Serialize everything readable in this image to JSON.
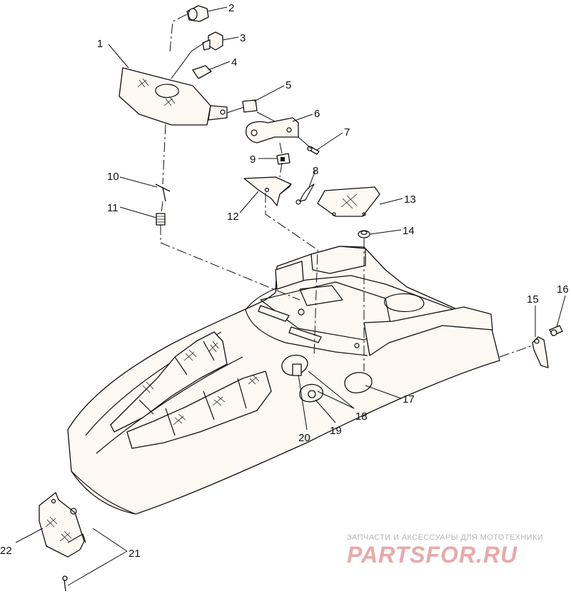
{
  "diagram": {
    "callouts": [
      "1",
      "2",
      "3",
      "4",
      "5",
      "6",
      "7",
      "8",
      "9",
      "10",
      "11",
      "12",
      "13",
      "14",
      "15",
      "16",
      "17",
      "18",
      "19",
      "20",
      "21",
      "22"
    ]
  },
  "watermark": {
    "tagline": "ЗАПЧАСТИ И АКСЕССУАРЫ ДЛЯ МОТОТЕХНИКИ",
    "brand": "PARTSFOR.RU"
  },
  "colors": {
    "line": "#111111",
    "part_fill": "#fdf8f2",
    "watermark_text": "#b5b5b5",
    "watermark_brand": "#e7aaaa"
  }
}
